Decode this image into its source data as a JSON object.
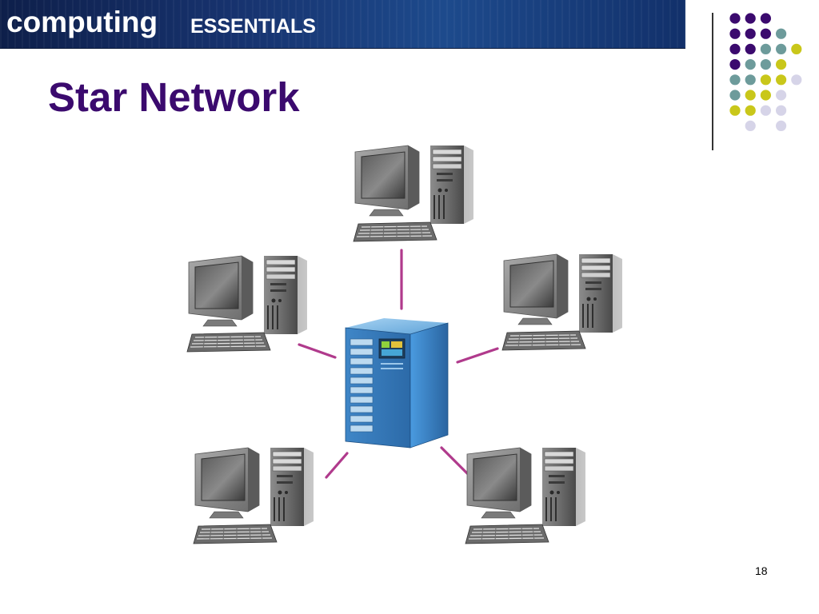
{
  "header": {
    "brand_main": "computing",
    "brand_sub": "ESSENTIALS"
  },
  "slide": {
    "title": "Star Network",
    "page_number": "18"
  },
  "colors": {
    "title": "#3b0a6e",
    "banner": "#17336f",
    "link": "#b03a8c",
    "dot_purple": "#3b0a6e",
    "dot_teal": "#6d9b9b",
    "dot_yellow": "#c9c71a",
    "dot_lavender": "#d6d4e8"
  },
  "decoration": {
    "dot_grid": [
      [
        "purple",
        "purple",
        "purple",
        "",
        "",
        ""
      ],
      [
        "purple",
        "purple",
        "purple",
        "teal",
        "",
        ""
      ],
      [
        "purple",
        "purple",
        "teal",
        "teal",
        "yellow",
        ""
      ],
      [
        "purple",
        "teal",
        "teal",
        "yellow",
        "",
        ""
      ],
      [
        "teal",
        "teal",
        "yellow",
        "yellow",
        "lavender",
        ""
      ],
      [
        "teal",
        "yellow",
        "yellow",
        "lavender",
        "",
        ""
      ],
      [
        "yellow",
        "yellow",
        "lavender",
        "lavender",
        "",
        ""
      ],
      [
        "",
        "lavender",
        "",
        "lavender",
        "",
        ""
      ]
    ]
  },
  "diagram": {
    "hub": {
      "label": "server",
      "icon": "server-icon"
    },
    "nodes": [
      {
        "name": "workstation-top",
        "icon": "desktop-computer-icon"
      },
      {
        "name": "workstation-left",
        "icon": "desktop-computer-icon"
      },
      {
        "name": "workstation-right",
        "icon": "desktop-computer-icon"
      },
      {
        "name": "workstation-bottom-left",
        "icon": "desktop-computer-icon"
      },
      {
        "name": "workstation-bottom-right",
        "icon": "desktop-computer-icon"
      }
    ]
  }
}
